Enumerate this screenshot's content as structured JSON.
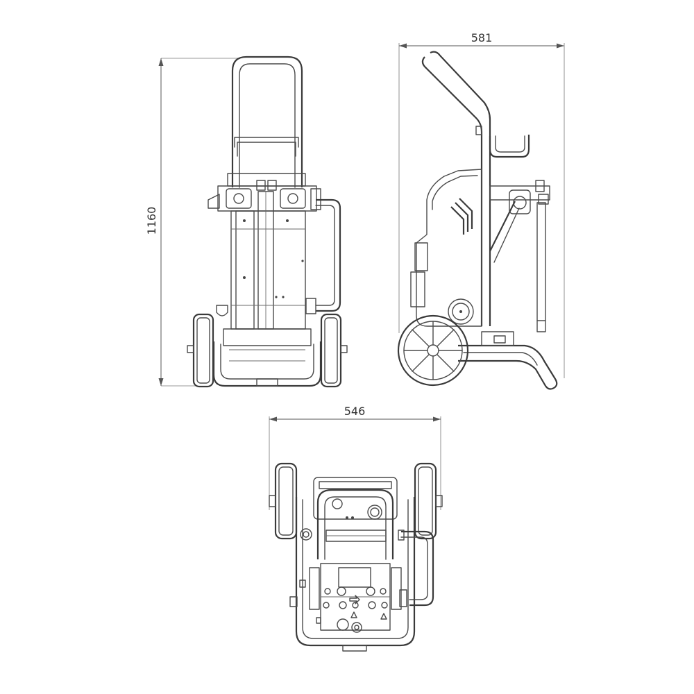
{
  "dimensions": {
    "height_front": "1160",
    "depth_side": "581",
    "width_top": "546"
  }
}
